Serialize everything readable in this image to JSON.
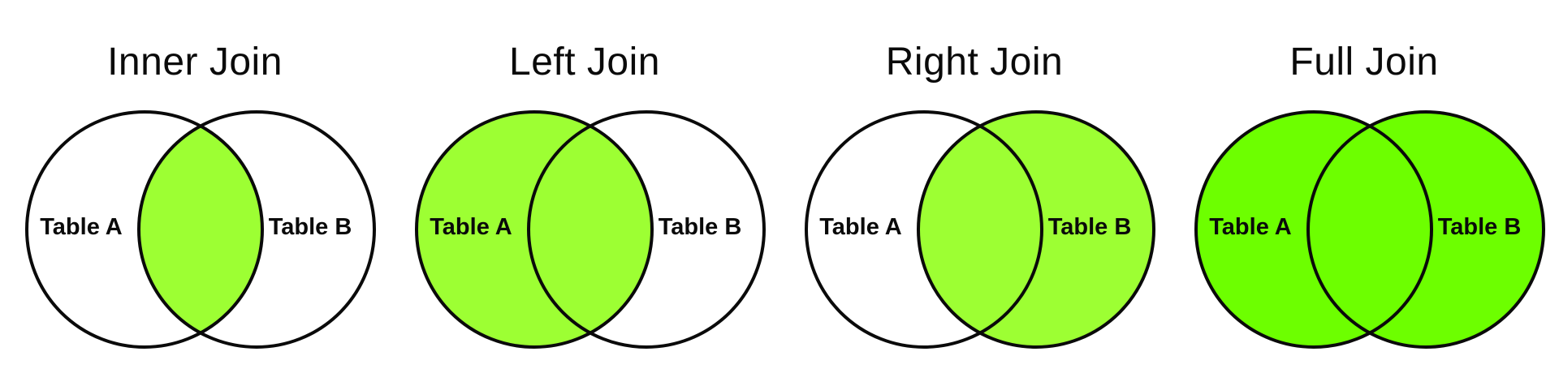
{
  "diagrams": [
    {
      "title": "Inner Join",
      "left_label": "Table A",
      "right_label": "Table B",
      "highlight": "intersection",
      "fill_color": "#9dff33"
    },
    {
      "title": "Left Join",
      "left_label": "Table A",
      "right_label": "Table B",
      "highlight": "left",
      "fill_color": "#9dff33"
    },
    {
      "title": "Right Join",
      "left_label": "Table A",
      "right_label": "Table B",
      "highlight": "right",
      "fill_color": "#9dff33"
    },
    {
      "title": "Full Join",
      "left_label": "Table A",
      "right_label": "Table B",
      "highlight": "full",
      "fill_color": "#6dff00"
    }
  ],
  "colors": {
    "outline": "#0a0a0a",
    "background": "#ffffff"
  }
}
